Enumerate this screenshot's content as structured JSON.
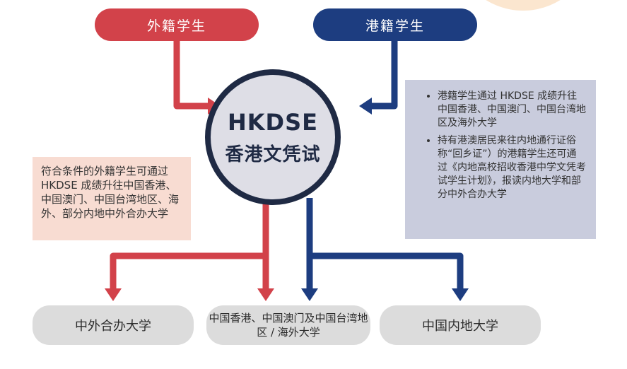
{
  "sources": {
    "foreign": "外籍学生",
    "hk": "港籍学生"
  },
  "hub": {
    "title": "HKDSE",
    "subtitle": "香港文凭试"
  },
  "notes": {
    "foreign": "符合条件的外籍学生可通过 HKDSE 成绩升往中国香港、中国澳门、中国台湾地区、海外、部分内地中外合办大学",
    "hk": [
      "港籍学生通过 HKDSE 成绩升往中国香港、中国澳门、中国台湾地区及海外大学",
      "持有港澳居民来往内地通行证俗称“回乡证”）的港籍学生还可通过《内地高校招收香港中学文凭考试学生计划》，报读内地大学和部分中外合办大学"
    ]
  },
  "destinations": {
    "sino_foreign": "中外合办大学",
    "hk_macau_tw_overseas": "中国香港、中国澳门及中国台湾地区 / 海外大学",
    "mainland": "中国内地大学"
  },
  "colors": {
    "red": "#d2424a",
    "blue": "#1d3d80",
    "hub_border": "#1f2a44",
    "peach": "#f8dcd2",
    "lavender": "#c9ccdd",
    "grey": "#dcdcdc"
  }
}
